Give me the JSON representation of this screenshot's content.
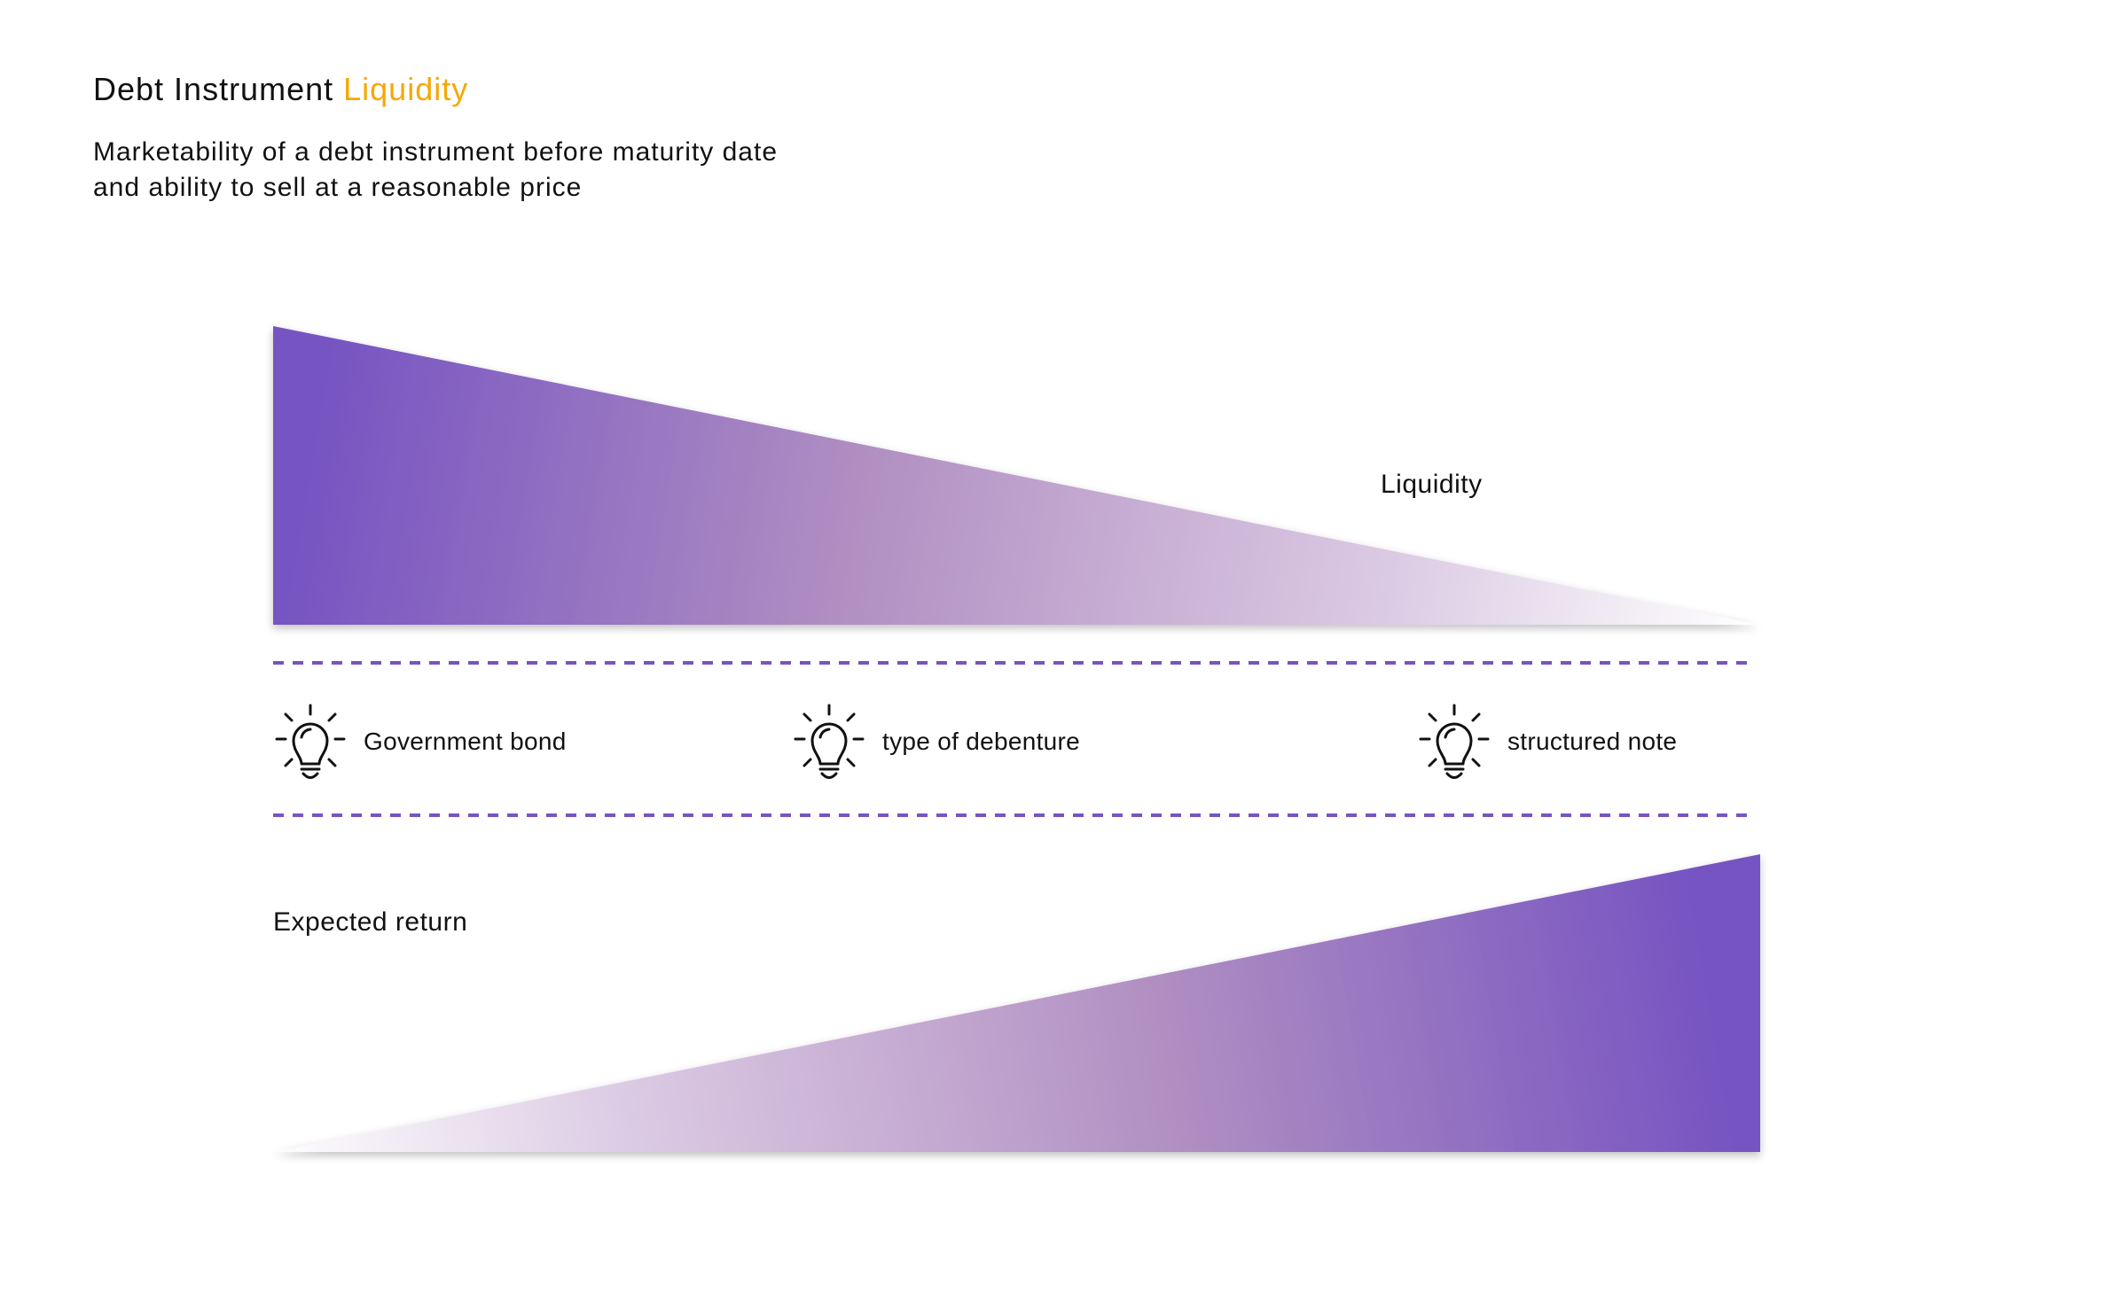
{
  "header": {
    "title_main": "Debt Instrument",
    "title_accent": "Liquidity",
    "subtitle_line1": "Marketability of a debt instrument before maturity date",
    "subtitle_line2": "and ability to sell at a reasonable price"
  },
  "diagram": {
    "liquidity_label": "Liquidity",
    "return_label": "Expected return",
    "instruments": [
      {
        "label": "Government bond",
        "icon": "lightbulb-icon"
      },
      {
        "label": "type of debenture",
        "icon": "lightbulb-icon"
      },
      {
        "label": "structured note",
        "icon": "lightbulb-icon"
      }
    ]
  },
  "colors": {
    "accent": "#f5a800",
    "purple_dark": "#7654c2",
    "purple_mid": "#b48fc0",
    "dashed_line": "#7654c2",
    "text": "#111111"
  }
}
